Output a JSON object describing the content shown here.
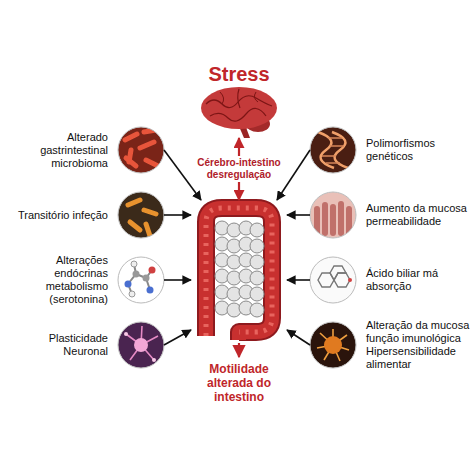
{
  "diagram": {
    "nodes": [
      {
        "text": [
          "Stress"
        ]
      },
      {
        "text": [
          "Alterado gastrintestinal microbioma"
        ]
      },
      {
        "text": [
          "Polimorfismos genéticos"
        ]
      },
      {
        "text": [
          "Transitório infeção"
        ]
      },
      {
        "text": [
          "Aumento da mucosa permeabilidade"
        ]
      },
      {
        "text": [
          "Alterações endócrinas metabolismo (serotonina)"
        ]
      },
      {
        "text": [
          "Ácido biliar má absorção"
        ]
      },
      {
        "text": [
          "Plasticidade Neuronal"
        ]
      },
      {
        "text": [
          "Alteração da mucosa função imunológica Hipersensibilidade alimentar"
        ]
      },
      {
        "text": [
          "Motilidade alterada do intestino"
        ]
      }
    ],
    "edges": [
      {
        "from": 1,
        "to": 9,
        "arrow": "to"
      },
      {
        "from": 2,
        "to": 9,
        "arrow": "to"
      },
      {
        "from": 3,
        "to": 9,
        "arrow": "to"
      },
      {
        "from": 4,
        "to": 9,
        "arrow": "to"
      },
      {
        "from": 5,
        "to": 9,
        "arrow": "to"
      },
      {
        "from": 6,
        "to": 9,
        "arrow": "to"
      },
      {
        "from": 7,
        "to": 9,
        "arrow": "to"
      },
      {
        "from": 8,
        "to": 9,
        "arrow": "to"
      },
      {
        "from": 0,
        "to": 9,
        "label": "Cérebro-intestino desregulação",
        "arrow": "both"
      }
    ]
  }
}
